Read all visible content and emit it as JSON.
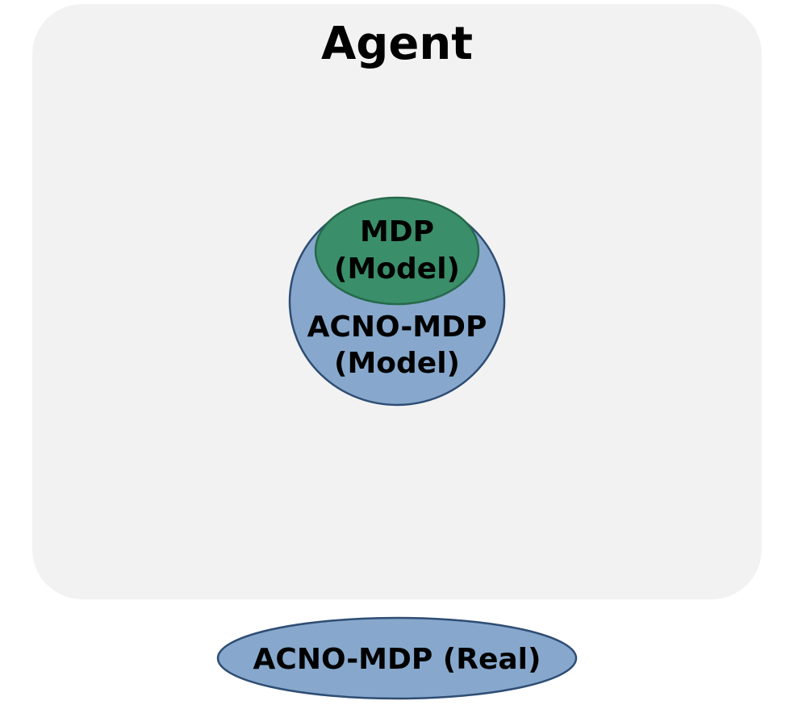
{
  "agent": {
    "title": "Agent"
  },
  "inner_model": {
    "line1": "MDP",
    "line2": "(Model)"
  },
  "outer_model": {
    "line1": "ACNO-MDP",
    "line2": "(Model)"
  },
  "real": {
    "label": "ACNO-MDP (Real)"
  },
  "colors": {
    "agent_box_fill": "#f2f2f2",
    "blue_fill": "#87a8cc",
    "blue_stroke": "#2f4d74",
    "green_fill": "#3a8f6a",
    "green_stroke": "#27694c"
  }
}
